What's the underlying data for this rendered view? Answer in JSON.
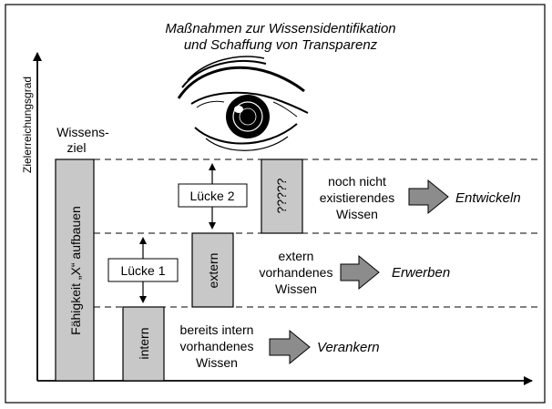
{
  "title": {
    "line1": "Maßnahmen zur Wissensidentifikation",
    "line2": "und Schaffung von Transparenz"
  },
  "y_axis_label": "Zielerreichungsgrad",
  "goal_label": {
    "line1": "Wissens-",
    "line2": "ziel"
  },
  "bars": {
    "skill": "Fähigkeit „X“ aufbauen",
    "internal": "intern",
    "external": "extern",
    "unknown": "?????"
  },
  "gaps": {
    "gap1": "Lücke 1",
    "gap2": "Lücke 2"
  },
  "rows": [
    {
      "description": [
        "noch nicht",
        "existierendes",
        "Wissen"
      ],
      "action": "Entwickeln"
    },
    {
      "description": [
        "extern",
        "vorhandenes",
        "Wissen"
      ],
      "action": "Erwerben"
    },
    {
      "description": [
        "bereits intern",
        "vorhandenes",
        "Wissen"
      ],
      "action": "Verankern"
    }
  ],
  "colors": {
    "bar_fill": "#c8c8c8",
    "arrow_fill": "#8c8c8c",
    "line": "#000000"
  },
  "icons": {
    "eye": "eye-icon"
  }
}
